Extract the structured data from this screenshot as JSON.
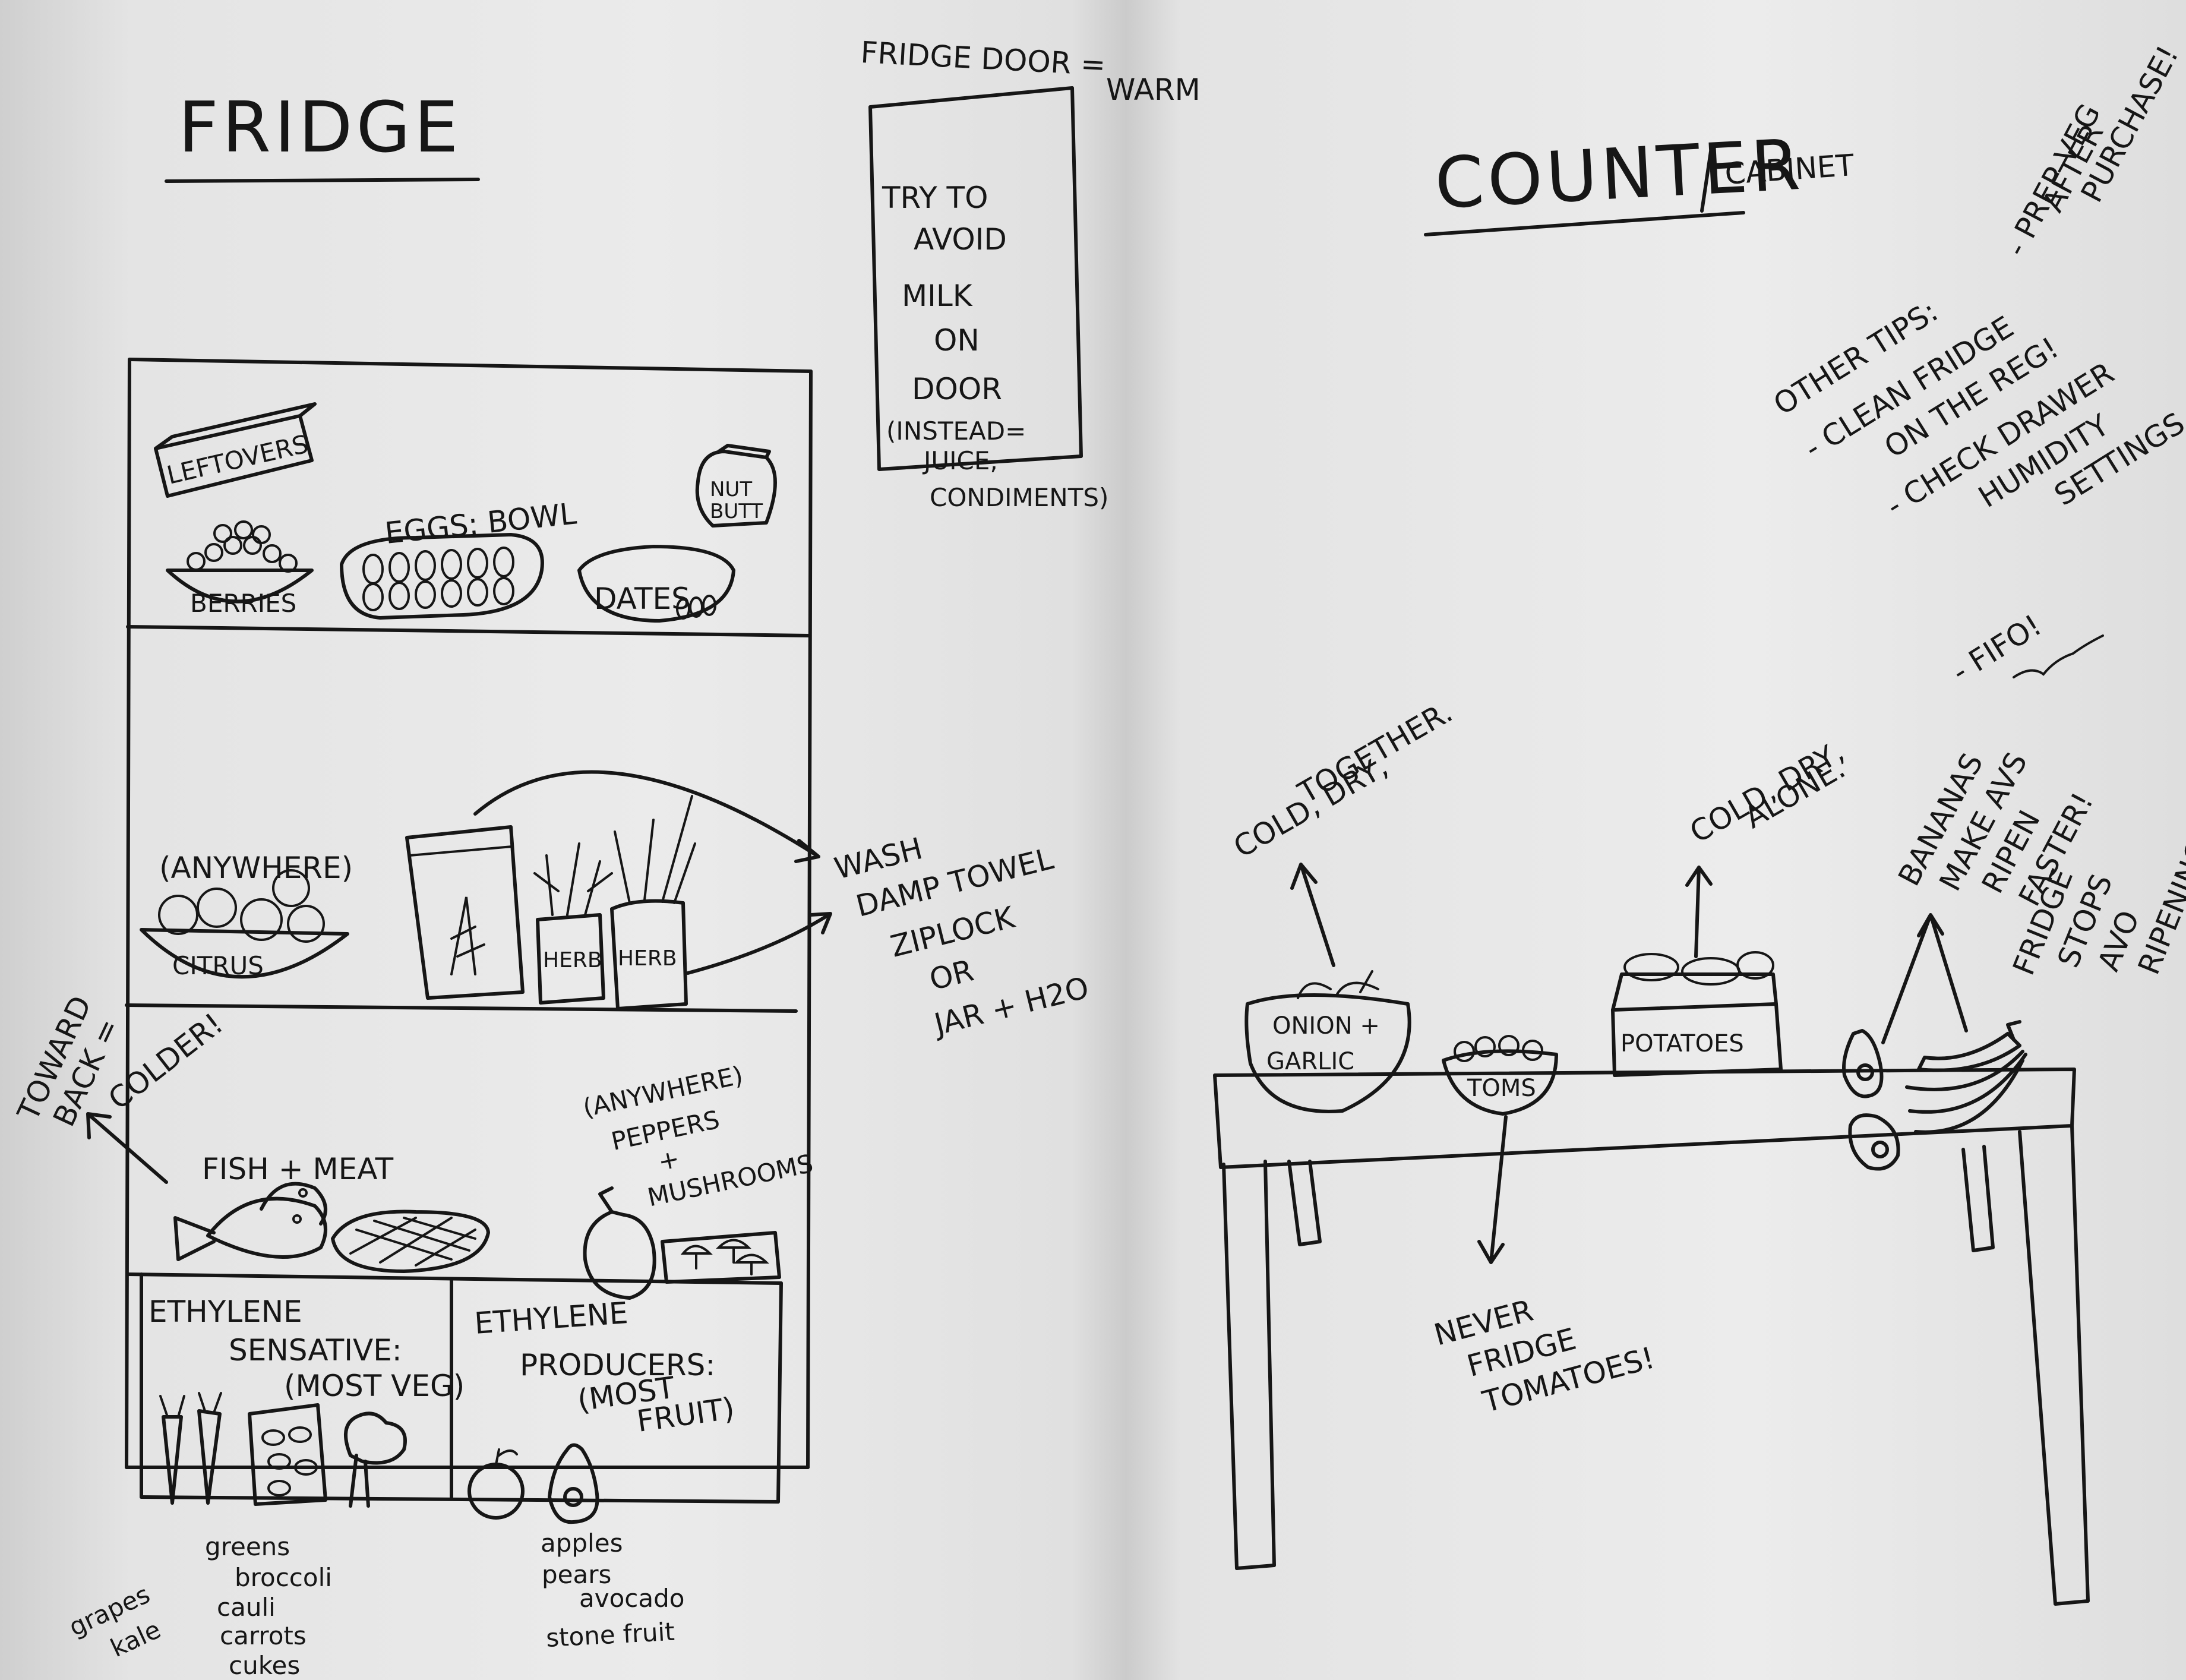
{
  "fridge": {
    "title": "FRIDGE",
    "door": {
      "title": "FRIDGE DOOR =",
      "subtitle": "WARM",
      "lines": [
        "TRY TO",
        "AVOID",
        "MILK",
        "ON",
        "DOOR",
        "(INSTEAD=",
        "JUICE,",
        "CONDIMENTS)"
      ]
    },
    "shelf_top": {
      "leftovers": "LEFTOVERS",
      "eggs": "EGGS: BOWL",
      "berries": "BERRIES",
      "nut_butter": [
        "NUT",
        "BUTT"
      ],
      "dates": "DATES"
    },
    "shelf_middle": {
      "anywhere": "(ANYWHERE)",
      "citrus": "CITRUS",
      "herb1": "HERB",
      "herb2": "HERB",
      "wash_note": [
        "WASH",
        "DAMP TOWEL",
        "ZIPLOCK",
        "OR",
        "JAR + H2O"
      ]
    },
    "shelf_lower": {
      "toward_back": [
        "TOWARD",
        "BACK ="
      ],
      "colder": "COLDER!",
      "fish_meat": "FISH + MEAT",
      "peppers": [
        "(ANYWHERE)",
        "PEPPERS",
        "+",
        "MUSHROOMS"
      ]
    },
    "drawers": {
      "sensitive": [
        "ETHYLENE",
        "SENSATIVE:",
        "(MOST VEG)"
      ],
      "producers": [
        "ETHYLENE",
        "PRODUCERS:",
        "(MOST",
        "FRUIT)"
      ],
      "sensitive_list_a": [
        "grapes",
        "kale"
      ],
      "sensitive_list_b": [
        "greens",
        "broccoli",
        "cauli",
        "carrots",
        "cukes"
      ],
      "producers_list": [
        "apples",
        "pears",
        "avocado",
        "stone fruit"
      ]
    }
  },
  "counter": {
    "title": "COUNTER",
    "subtitle": "CABINET",
    "cold_together": [
      "COLD, DRY,",
      "TOGETHER."
    ],
    "cold_alone": [
      "COLD, DRY,",
      "ALONE."
    ],
    "onion": [
      "ONION +",
      "GARLIC"
    ],
    "toms": "TOMS",
    "potatoes": "POTATOES",
    "never": [
      "NEVER",
      "FRIDGE",
      "TOMATOES!"
    ],
    "bananas": [
      "BANANAS",
      "MAKE AVS",
      "RIPEN",
      "FASTER!"
    ],
    "fridge_stops": [
      "FRIDGE",
      "STOPS",
      "AVO",
      "RIPENING"
    ]
  },
  "tips": {
    "prep": [
      "- PREP VEG",
      "AFTER",
      "PURCHASE!"
    ],
    "heading": "OTHER TIPS:",
    "items": [
      "- CLEAN FRIDGE",
      "ON THE REG!",
      "- CHECK DRAWER",
      "HUMIDITY",
      "SETTINGS"
    ],
    "fifo": "- FIFO!"
  }
}
